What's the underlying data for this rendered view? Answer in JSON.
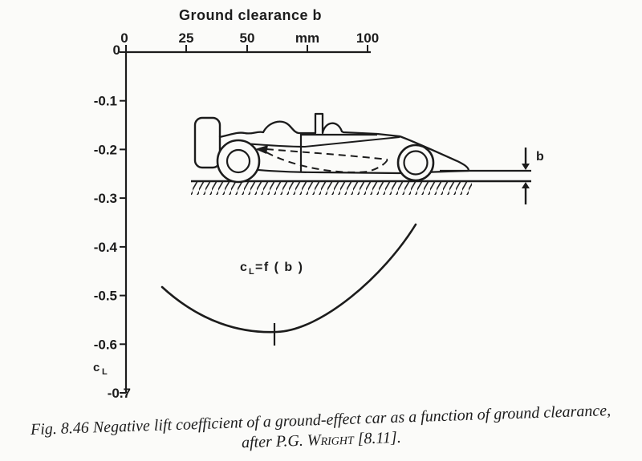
{
  "figure": {
    "title": "Ground clearance  b",
    "x_axis": {
      "tick_labels": [
        "0",
        "25",
        "50",
        "mm",
        "100"
      ]
    },
    "y_axis": {
      "tick_labels": [
        "0",
        "-0.1",
        "-0.2",
        "-0.3",
        "-0.4",
        "-0.5",
        "-0.6",
        "-0.7"
      ],
      "label_base": "c",
      "label_sub": "L"
    },
    "curve_label": {
      "base": "c",
      "sub": "L",
      "rest": "=f ( b )"
    },
    "clearance_dim_label": "b"
  },
  "caption": {
    "line1": "Fig. 8.46  Negative lift coefficient of a ground-effect car as a function of ground clearance,",
    "line2_pre": "after P.G. ",
    "line2_name": "Wright",
    "line2_post": " [8.11]."
  },
  "chart_data": {
    "type": "line",
    "title": "Ground clearance b",
    "xlabel": "Ground clearance b (mm)",
    "ylabel": "cL (lift coefficient)",
    "xlim": [
      0,
      100
    ],
    "ylim": [
      -0.7,
      0
    ],
    "x_tick_labels": [
      "0",
      "25",
      "50",
      "mm",
      "100"
    ],
    "x_tick_values_mm": [
      0,
      25,
      50,
      75,
      100
    ],
    "y_tick_values": [
      0,
      -0.1,
      -0.2,
      -0.3,
      -0.4,
      -0.5,
      -0.6,
      -0.7
    ],
    "grid": false,
    "legend": "none",
    "series": [
      {
        "name": "cL = f ( b )",
        "x": [
          15,
          28,
          41,
          61,
          81,
          101,
          120
        ],
        "y": [
          -0.48,
          -0.53,
          -0.56,
          -0.58,
          -0.56,
          -0.47,
          -0.35
        ]
      }
    ],
    "annotations": [
      {
        "type": "text",
        "text": "cL = f ( b )",
        "x": 48,
        "y": -0.45
      },
      {
        "type": "minimum-tick-mark",
        "x": 61,
        "y": -0.58
      },
      {
        "type": "illustration",
        "text": "side view of ground-effect car with underbody venturi (dashed) above hatched ground, clearance b dimensioned with arrows"
      }
    ]
  }
}
